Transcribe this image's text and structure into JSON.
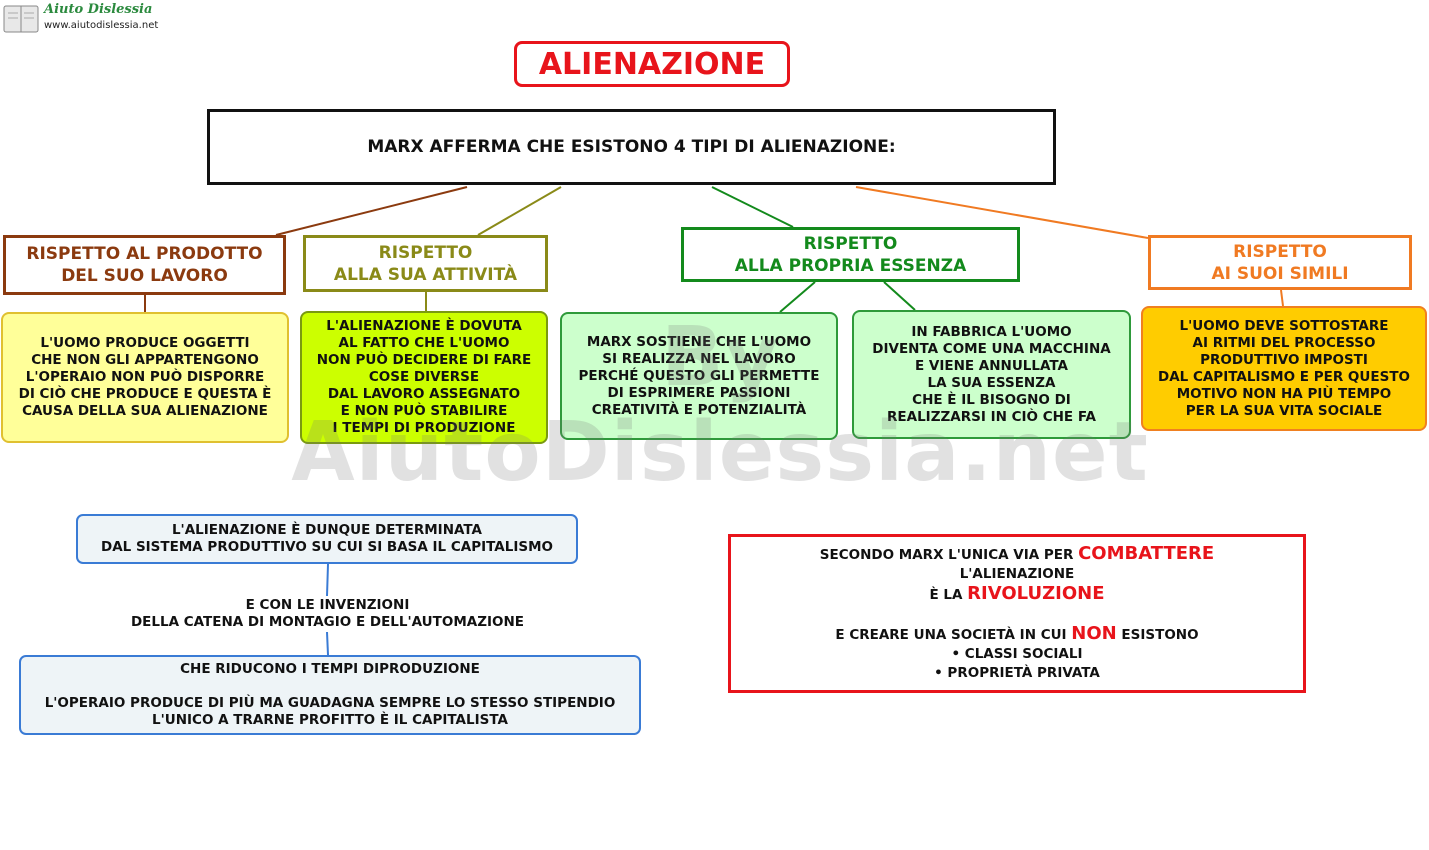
{
  "logo": {
    "title": "Aiuto Dislessia",
    "url": "www.aiutodislessia.net"
  },
  "watermark": "By AiutoDislessia.net",
  "title": "ALIENAZIONE",
  "main": "MARX AFFERMA CHE ESISTONO 4 TIPI DI ALIENAZIONE:",
  "categories": [
    {
      "label": "RISPETTO AL PRODOTTO\nDEL SUO LAVORO",
      "color": "#8b3a0f"
    },
    {
      "label": "RISPETTO\nALLA SUA ATTIVITÀ",
      "color": "#8a8a18"
    },
    {
      "label": "RISPETTO\nALLA PROPRIA ESSENZA",
      "color": "#138a1c"
    },
    {
      "label": "RISPETTO\nAI SUOI SIMILI",
      "color": "#f07a22"
    }
  ],
  "descriptions": [
    "L'UOMO PRODUCE OGGETTI\nCHE NON GLI APPARTENGONO\nL'OPERAIO NON PUÒ DISPORRE\nDI CIÒ CHE PRODUCE E QUESTA È\nCAUSA DELLA SUA ALIENAZIONE",
    "L'ALIENAZIONE È DOVUTA\nAL FATTO CHE L'UOMO\nNON PUÒ DECIDERE DI FARE\nCOSE DIVERSE\nDAL LAVORO ASSEGNATO\nE NON PUÒ STABILIRE\nI TEMPI DI PRODUZIONE",
    "MARX SOSTIENE CHE L'UOMO\nSI REALIZZA NEL LAVORO\nPERCHÉ QUESTO GLI PERMETTE\nDI ESPRIMERE PASSIONI\nCREATIVITÀ E POTENZIALITÀ",
    "IN FABBRICA L'UOMO\nDIVENTA COME UNA MACCHINA\nE VIENE ANNULLATA\nLA SUA ESSENZA\nCHE È IL BISOGNO DI\nREALIZZARSI IN CIÒ CHE FA",
    "L'UOMO DEVE SOTTOSTARE\nAI RITMI DEL PROCESSO\nPRODUTTIVO IMPOSTI\nDAL CAPITALISMO E PER QUESTO\nMOTIVO NON HA PIÙ TEMPO\nPER LA SUA VITA SOCIALE"
  ],
  "chain": {
    "first": "L'ALIENAZIONE È DUNQUE DETERMINATA\nDAL SISTEMA PRODUTTIVO SU CUI SI BASA IL CAPITALISMO",
    "middle": "E CON LE INVENZIONI\nDELLA CATENA DI MONTAGIO E DELL'AUTOMAZIONE",
    "last": "CHE RIDUCONO I TEMPI DIPRODUZIONE\n\nL'OPERAIO PRODUCE DI PIÙ MA GUADAGNA SEMPRE LO STESSO STIPENDIO\nL'UNICO A TRARNE PROFITTO È IL CAPITALISTA"
  },
  "conclusion": {
    "line1_pre": "SECONDO MARX L'UNICA VIA PER ",
    "line1_emph": "COMBATTERE",
    "line2": "L'ALIENAZIONE",
    "line3_pre": "È LA ",
    "line3_emph": "RIVOLUZIONE",
    "line4_pre": "E CREARE UNA SOCIETÀ IN CUI ",
    "line4_emph": "NON",
    "line4_post": " ESISTONO",
    "bullets": [
      "• CLASSI SOCIALI",
      "• PROPRIETÀ PRIVATA"
    ]
  },
  "colors": {
    "title_red": "#e8141b",
    "brown": "#8b3a0f",
    "olive": "#8a8a18",
    "green": "#138a1c",
    "orange": "#f07a22",
    "connector_blue": "#3a7bd5"
  }
}
